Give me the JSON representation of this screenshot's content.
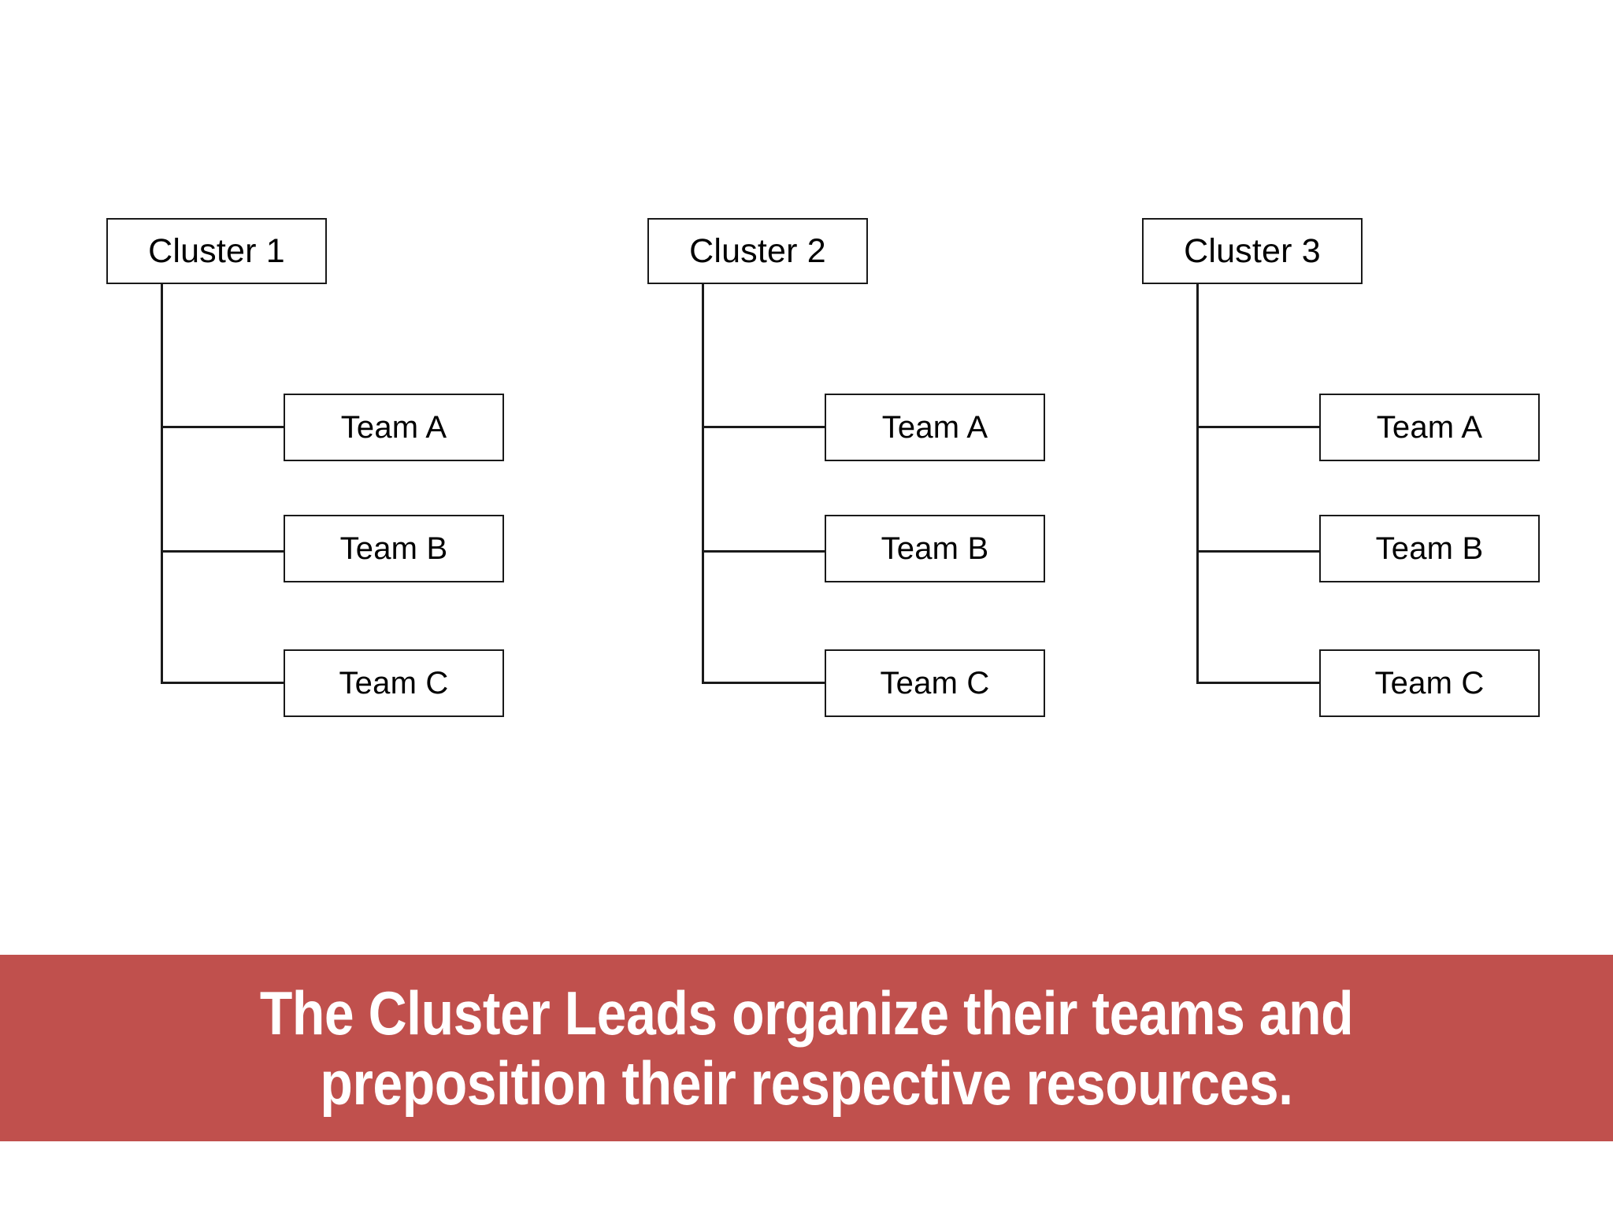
{
  "slide": {
    "background_color": "#FFFFFF",
    "node_border_color": "#1A1A1A",
    "node_fill_color": "#FFFFFF",
    "node_text_color": "#000000"
  },
  "diagram": {
    "type": "org-chart",
    "clusters": [
      {
        "label": "Cluster 1",
        "teams": [
          {
            "label": "Team A"
          },
          {
            "label": "Team B"
          },
          {
            "label": "Team C"
          }
        ]
      },
      {
        "label": "Cluster 2",
        "teams": [
          {
            "label": "Team A"
          },
          {
            "label": "Team B"
          },
          {
            "label": "Team C"
          }
        ]
      },
      {
        "label": "Cluster 3",
        "teams": [
          {
            "label": "Team A"
          },
          {
            "label": "Team B"
          },
          {
            "label": "Team C"
          }
        ]
      }
    ]
  },
  "caption": {
    "text": "The Cluster Leads organize their teams and preposition their respective resources.",
    "background_color": "#C0504D",
    "text_color": "#FFFFFF"
  }
}
